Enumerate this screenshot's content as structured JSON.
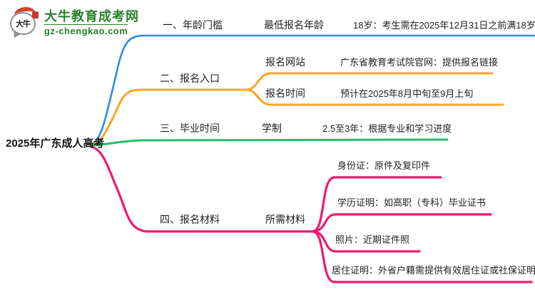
{
  "brand": {
    "name": "大牛教育成考网",
    "domain": "gz-chengkao.com",
    "seal_text": "大牛",
    "green": "#2a7e2c",
    "red": "#d2412e"
  },
  "root": {
    "label": "2025年广东成人高考"
  },
  "branches": [
    {
      "label": "一、年龄门槛",
      "color": "#2F8BE8",
      "children": [
        {
          "label": "最低报名年龄",
          "leaves": [
            "18岁：考生需在2025年12月31日之前满18岁"
          ]
        }
      ]
    },
    {
      "label": "二、报名入口",
      "color": "#F7A623",
      "children": [
        {
          "label": "报名网站",
          "leaves": [
            "广东省教育考试院官网：提供报名链接"
          ]
        },
        {
          "label": "报名时间",
          "leaves": [
            "预计在2025年8月中旬至9月上旬"
          ]
        }
      ]
    },
    {
      "label": "三、毕业时间",
      "color": "#22BE66",
      "children": [
        {
          "label": "学制",
          "leaves": [
            "2.5至3年：根据专业和学习进度"
          ]
        }
      ]
    },
    {
      "label": "四、报名材料",
      "color": "#EE1A6E",
      "children": [
        {
          "label": "所需材料",
          "leaves": [
            "身份证：原件及复印件",
            "学历证明：如高职（专科）毕业证书",
            "照片：近期证件照",
            "居住证明：外省户籍需提供有效居住证或社保证明"
          ]
        }
      ]
    }
  ]
}
